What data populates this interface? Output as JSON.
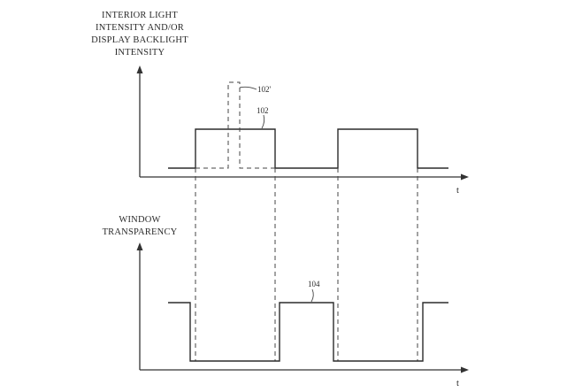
{
  "top_chart": {
    "ylabel_lines": [
      "INTERIOR LIGHT",
      "INTENSITY AND/OR",
      "DISPLAY BACKLIGHT",
      "INTENSITY"
    ],
    "xlabel": "t",
    "ref_main": "102",
    "ref_alt": "102'"
  },
  "bottom_chart": {
    "ylabel_lines": [
      "WINDOW",
      "TRANSPARENCY"
    ],
    "xlabel": "t",
    "ref_main": "104"
  }
}
